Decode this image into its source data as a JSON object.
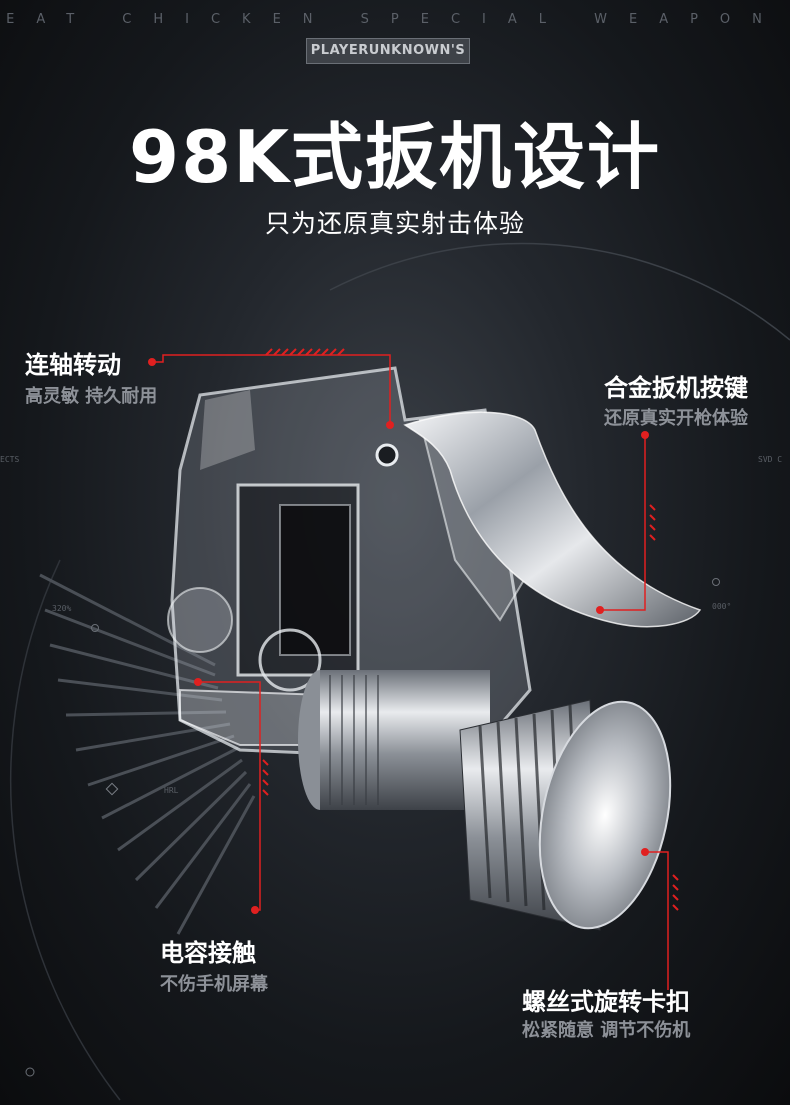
{
  "header": {
    "tagline": "EAT CHICKEN SPECIAL WEAPON",
    "logo": "PLAYERUNKNOWN'S",
    "title": "98K式扳机设计",
    "subtitle": "只为还原真实射击体验"
  },
  "features": [
    {
      "title": "连轴转动",
      "subtitle": "高灵敏 持久耐用"
    },
    {
      "title": "合金扳机按键",
      "subtitle": "还原真实开枪体验"
    },
    {
      "title": "电容接触",
      "subtitle": "不伤手机屏幕"
    },
    {
      "title": "螺丝式旋转卡扣",
      "subtitle": "松紧随意 调节不伤机"
    }
  ],
  "hud": {
    "left_label": "ECTS",
    "right_label": "SVD C",
    "marker_a": "320%",
    "marker_b": "HRL",
    "marker_c": "000°"
  },
  "colors": {
    "accent": "#e02020",
    "title": "#ffffff",
    "subtext": "#8d9198"
  }
}
